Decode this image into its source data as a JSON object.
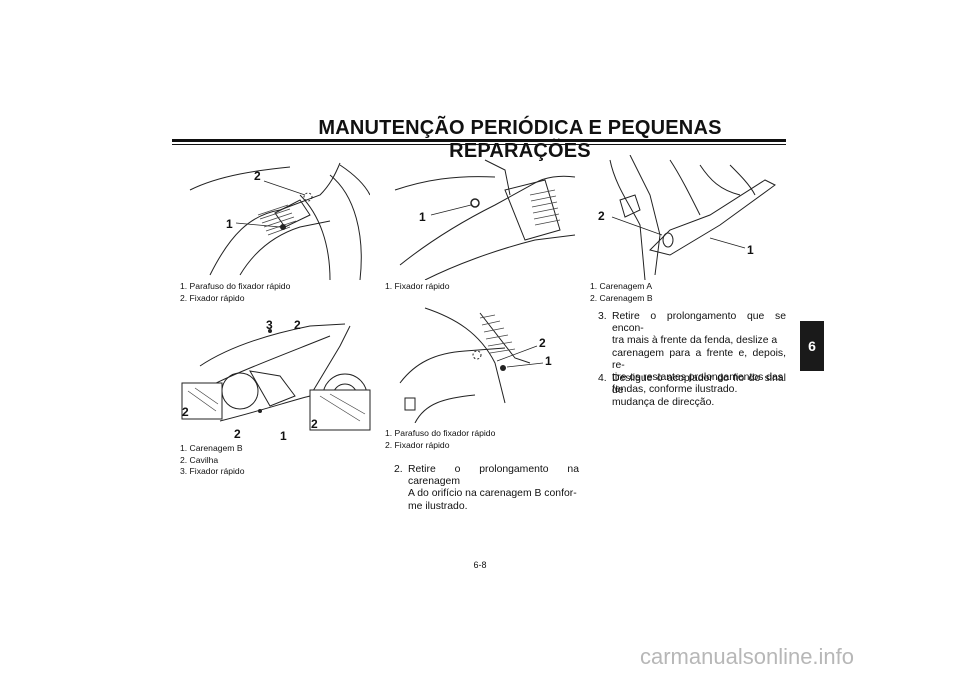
{
  "header": {
    "title": "MANUTENÇÃO PERIÓDICA E PEQUENAS REPARAÇÕES"
  },
  "section_tab": "6",
  "figures": {
    "fig1": {
      "callouts": [
        "1",
        "2"
      ],
      "captions": [
        "1. Parafuso do fixador rápido",
        "2. Fixador rápido"
      ]
    },
    "fig2": {
      "callouts": [
        "3",
        "2",
        "2",
        "2",
        "1",
        "2"
      ],
      "captions": [
        "1. Carenagem B",
        "2. Cavilha",
        "3. Fixador rápido"
      ]
    },
    "fig3": {
      "callouts": [
        "1"
      ],
      "captions": [
        "1. Fixador rápido"
      ]
    },
    "fig4": {
      "callouts": [
        "2",
        "1"
      ],
      "captions": [
        "1. Parafuso do fixador rápido",
        "2. Fixador rápido"
      ]
    },
    "fig5": {
      "callouts": [
        "2",
        "1"
      ],
      "captions": [
        "1. Carenagem A",
        "2. Carenagem B"
      ]
    }
  },
  "steps": {
    "step2": {
      "num": "2.",
      "lines": [
        "Retire o prolongamento na carenagem",
        "A do orifício na carenagem B confor-",
        "me ilustrado."
      ]
    },
    "step3": {
      "num": "3.",
      "lines": [
        "Retire o prolongamento que se encon-",
        "tra mais à frente da fenda, deslize a",
        "carenagem para a frente e, depois, re-",
        "tire os restantes prolongamentos das",
        "fendas, conforme ilustrado."
      ]
    },
    "step4": {
      "num": "4.",
      "lines": [
        "Desligue o acoplador do fio do sinal de",
        "mudança de direcção."
      ]
    }
  },
  "footer": {
    "page_number": "6-8",
    "watermark": "carmanualsonline.info"
  }
}
